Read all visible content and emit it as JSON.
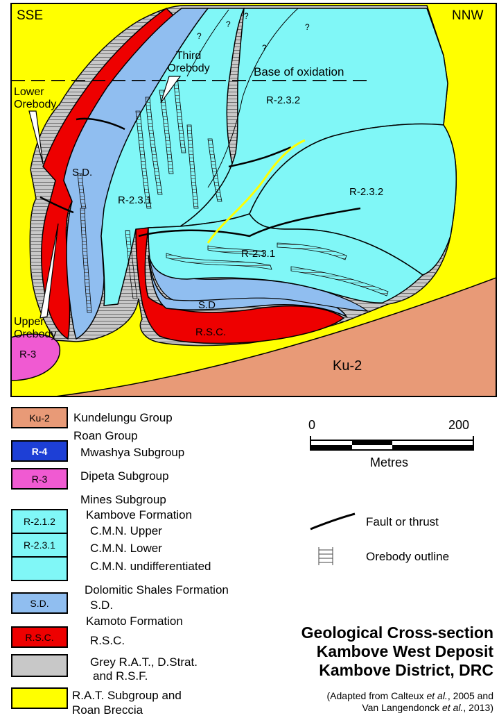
{
  "section_labels": {
    "left_direction": "SSE",
    "right_direction": "NNW",
    "third_orebody": "Third Orebody",
    "base_of_oxidation": "Base of oxidation",
    "lower_orebody": "Lower Orebody",
    "upper_orebody": "Upper Orebody",
    "unit_r232_a": "R-2.3.2",
    "unit_r232_b": "R-2.3.2",
    "unit_r231_a": "R-2.3.1",
    "unit_r231_b": "R-2.3.1",
    "unit_sd_a": "S.D.",
    "unit_sd_b": "S.D",
    "unit_rsc": "R.S.C.",
    "unit_r3": "R-3",
    "unit_ku2": "Ku-2",
    "question_mark": "?"
  },
  "legend": {
    "ku2_code": "Ku-2",
    "ku2_text": "Kundelungu Group",
    "roan_group": "Roan Group",
    "r4_code": "R-4",
    "r4_text": "Mwashya Subgroup",
    "r3_code": "R-3",
    "r3_text": "Dipeta Subgroup",
    "mines_subgroup": "Mines Subgroup",
    "kambove_formation": "Kambove Formation",
    "r212_code": "R-2.1.2",
    "r212_text": "C.M.N. Upper",
    "r231_code": "R-2.3.1",
    "r231_text": "C.M.N. Lower",
    "cmn_undiff_text": "C.M.N. undifferentiated",
    "dolomitic_shales": "Dolomitic Shales Formation",
    "sd_code": "S.D.",
    "sd_text": "S.D.",
    "kamoto_formation": "Kamoto Formation",
    "rsc_code": "R.S.C.",
    "rsc_text": "R.S.C.",
    "grey_text_1": "Grey R.A.T., D.Strat.",
    "grey_text_2": "and R.S.F.",
    "rat_text_1": "R.A.T. Subgroup and",
    "rat_text_2": "Roan Breccia",
    "fault_text": "Fault or thrust",
    "orebody_text": "Orebody outline"
  },
  "scale_bar": {
    "start_label": "0",
    "end_label": "200",
    "unit": "Metres"
  },
  "title": {
    "line1": "Geological Cross-section",
    "line2": "Kambove West Deposit",
    "line3": "Kambove District, DRC"
  },
  "credit": {
    "line1_pre": "(Adapted from Calteux ",
    "line1_em": "et al.",
    "line1_post": ", 2005 and",
    "line2_pre": "Van Langendonck ",
    "line2_em": "et al.",
    "line2_post": ", 2013)"
  },
  "colors": {
    "ku2": "#e89a77",
    "r4": "#1d3fd6",
    "r3": "#f05ad2",
    "cmn": "#80f7f7",
    "sd": "#90bef0",
    "rsc": "#ee0000",
    "grey": "#c8c8c8",
    "rat": "#ffff00"
  }
}
